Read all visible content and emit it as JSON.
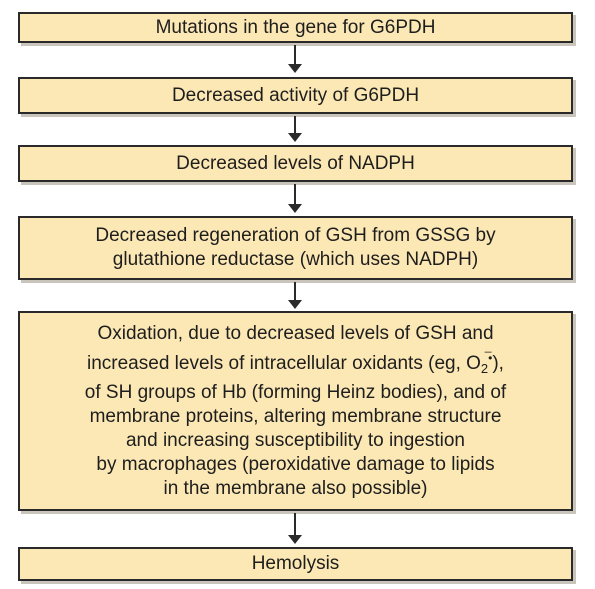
{
  "flowchart": {
    "steps": [
      {
        "label": "Mutations in the gene for G6PDH"
      },
      {
        "label": "Decreased activity of G6PDH"
      },
      {
        "label": "Decreased levels of NADPH"
      },
      {
        "lines": [
          "Decreased regeneration of GSH from GSSG by",
          "glutathione reductase (which uses NADPH)"
        ]
      },
      {
        "lines": [
          "Oxidation, due to decreased levels of GSH and",
          "increased levels of intracellular oxidants (eg, ",
          "of SH groups of Hb (forming Heinz bodies), and of",
          "membrane proteins, altering membrane structure",
          "and increasing susceptibility to ingestion",
          "by macrophages (peroxidative damage to lipids",
          "in the membrane also possible)"
        ],
        "oxidant_symbol": "O",
        "oxidant_subscript": "2",
        "oxidant_superscript": "̅•",
        "oxidant_close": "),"
      },
      {
        "label": "Hemolysis"
      }
    ]
  }
}
